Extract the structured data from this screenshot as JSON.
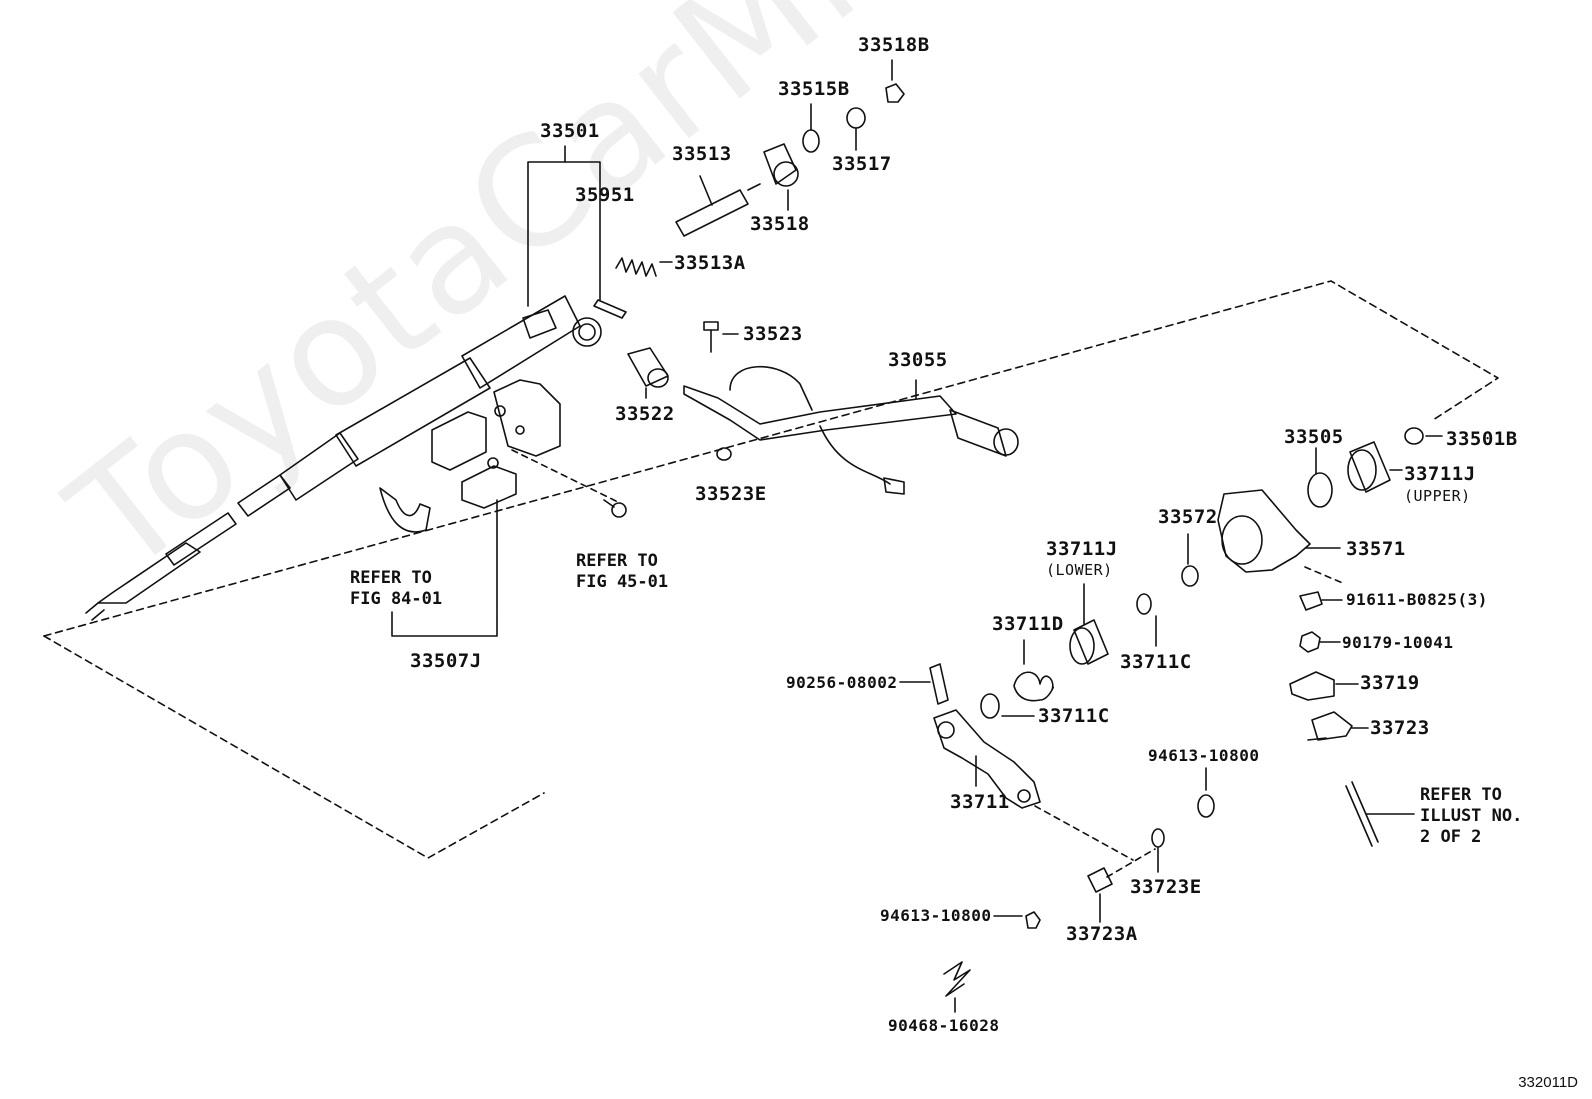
{
  "watermark": "ToyotaCarMine.ru",
  "figure_code": "332011D",
  "labels": {
    "p33518B": "33518B",
    "p33515B": "33515B",
    "p33517": "33517",
    "p33501": "33501",
    "p33513": "33513",
    "p35951": "35951",
    "p33518": "33518",
    "p33513A": "33513A",
    "p33523": "33523",
    "p33055": "33055",
    "p33522": "33522",
    "p33523E": "33523E",
    "p33505": "33505",
    "p33501B": "33501B",
    "p33711J_upper": "33711J",
    "upper_note": "(UPPER)",
    "p33572": "33572",
    "p33571": "33571",
    "p33711J_lower": "33711J",
    "lower_note": "(LOWER)",
    "p91611": "91611-B0825(3)",
    "p90179": "90179-10041",
    "p33711D": "33711D",
    "p33711C_a": "33711C",
    "p33719": "33719",
    "p90256": "90256-08002",
    "p33711C_b": "33711C",
    "p33723": "33723",
    "p94613_a": "94613-10800",
    "p33711": "33711",
    "p33723E": "33723E",
    "p94613_b": "94613-10800",
    "p33723A": "33723A",
    "p90468": "90468-16028",
    "p33507J": "33507J"
  },
  "references": {
    "fig84": "REFER TO\nFIG 84-01",
    "fig45": "REFER TO\nFIG 45-01",
    "illust": "REFER TO\nILLUST NO.\n2 OF 2"
  }
}
